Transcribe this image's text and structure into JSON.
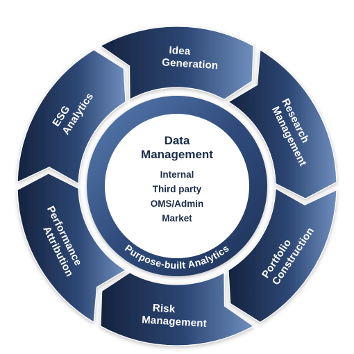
{
  "center": {
    "title_line1": "Data",
    "title_line2": "Management",
    "items": [
      "Internal",
      "Third party",
      "OMS/Admin",
      "Market"
    ],
    "ring_label": "Purpose-built Analytics"
  },
  "segments": [
    {
      "id": "idea-generation",
      "lines": [
        "Idea",
        "Generation"
      ]
    },
    {
      "id": "research-management",
      "lines": [
        "Research",
        "Management"
      ]
    },
    {
      "id": "portfolio-construction",
      "lines": [
        "Portfolio",
        "Construction"
      ]
    },
    {
      "id": "risk-management",
      "lines": [
        "Risk",
        "Management"
      ]
    },
    {
      "id": "performance-attribution",
      "lines": [
        "Performance",
        "Attribution"
      ]
    },
    {
      "id": "esg-analytics",
      "lines": [
        "ESG",
        "Analytics"
      ]
    }
  ],
  "colors": {
    "segment_dark": "#15233f",
    "segment_light": "#6f8fbe",
    "inner_ring_dark": "#1e3258",
    "inner_ring_light": "#5b7eb3",
    "core_fill": "#ffffff",
    "text_dark": "#1b2b48"
  }
}
